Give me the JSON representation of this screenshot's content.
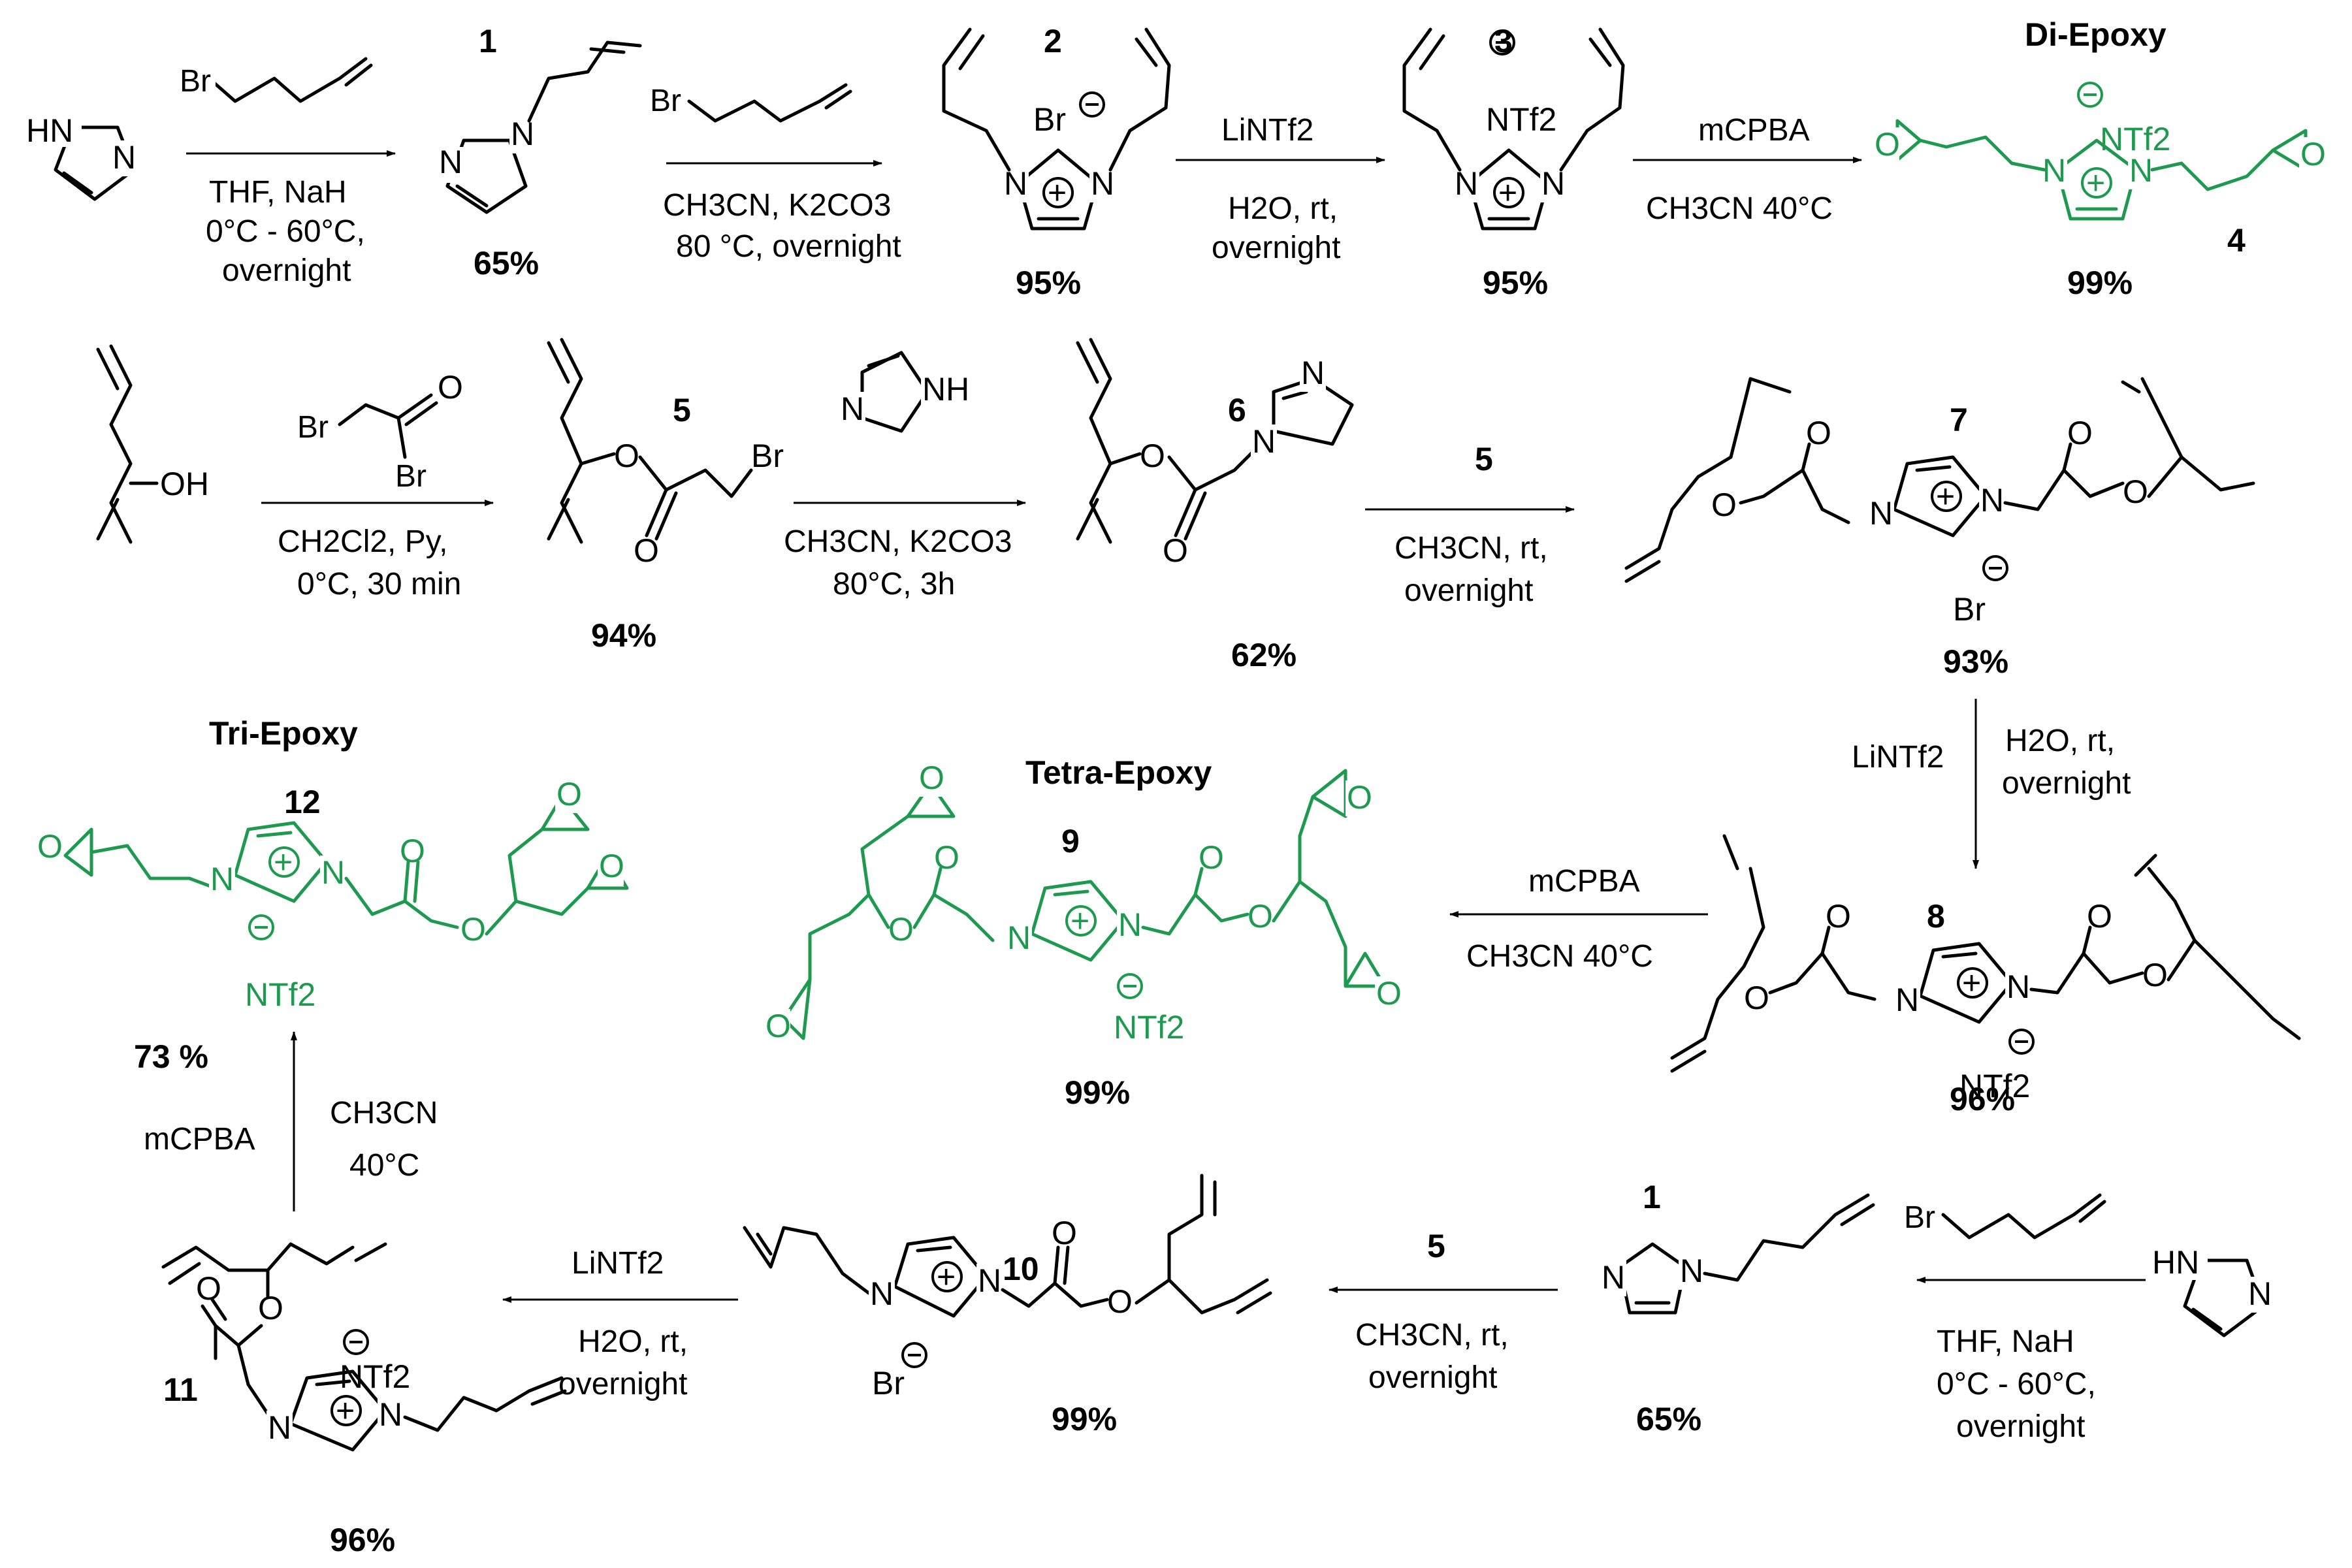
{
  "colors": {
    "product_green": "#1e9a4f",
    "ink": "#000000"
  },
  "row1": {
    "step1": {
      "reagent": "Br",
      "cond1": "THF, NaH",
      "cond2": "0°C - 60°C,",
      "cond3": "overnight"
    },
    "cmpd1": {
      "number": "1",
      "yield": "65%"
    },
    "step2": {
      "reagent": "Br",
      "cond1": "CH3CN, K2CO3",
      "cond2": "80 °C, overnight"
    },
    "cmpd2": {
      "number": "2",
      "yield": "95%",
      "anion": "Br"
    },
    "step3": {
      "reagent": "LiNTf2",
      "cond1": "H2O, rt,",
      "cond2": "overnight"
    },
    "cmpd3": {
      "number": "3",
      "yield": "95%",
      "anion": "NTf2"
    },
    "step4": {
      "reagent": "mCPBA",
      "cond1": "CH3CN 40°C"
    },
    "cmpd4": {
      "title": "Di-Epoxy",
      "number": "4",
      "yield": "99%",
      "anion": "NTf2"
    }
  },
  "row2": {
    "start": {
      "label": "OH"
    },
    "step1": {
      "reagent1": "Br",
      "reagent2": "Br",
      "cond1": "CH2Cl2, Py,",
      "cond2": "0°C, 30 min"
    },
    "cmpd5": {
      "number": "5",
      "yield": "94%"
    },
    "step2": {
      "cond1": "CH3CN, K2CO3",
      "cond2": "80°C, 3h"
    },
    "cmpd6": {
      "number": "6",
      "yield": "62%"
    },
    "step3": {
      "reagent": "5",
      "cond1": "CH3CN, rt,",
      "cond2": "overnight"
    },
    "cmpd7": {
      "number": "7",
      "yield": "93%",
      "anion": "Br"
    }
  },
  "row3": {
    "step_7_8": {
      "reagent": "LiNTf2",
      "cond1": "H2O, rt,",
      "cond2": "overnight"
    },
    "cmpd8": {
      "number": "8",
      "yield": "96%",
      "anion": "NTf2"
    },
    "step_8_9": {
      "reagent": "mCPBA",
      "cond1": "CH3CN 40°C"
    },
    "cmpd9": {
      "title": "Tetra-Epoxy",
      "number": "9",
      "yield": "99%",
      "anion": "NTf2"
    },
    "cmpd12": {
      "title": "Tri-Epoxy",
      "number": "12",
      "yield": "73 %",
      "anion": "NTf2"
    },
    "step_11_12": {
      "reagent": "mCPBA",
      "cond1": "CH3CN",
      "cond2": "40°C"
    }
  },
  "row4": {
    "step1": {
      "reagent": "Br",
      "cond1": "THF, NaH",
      "cond2": "0°C - 60°C,",
      "cond3": "overnight"
    },
    "cmpd1": {
      "number": "1",
      "yield": "65%"
    },
    "step2": {
      "reagent": "5",
      "cond1": "CH3CN, rt,",
      "cond2": "overnight"
    },
    "cmpd10": {
      "number": "10",
      "yield": "99%",
      "anion": "Br"
    },
    "step3": {
      "reagent": "LiNTf2",
      "cond1": "H2O, rt,",
      "cond2": "overnight"
    },
    "cmpd11": {
      "number": "11",
      "yield": "96%",
      "anion": "NTf2"
    }
  },
  "atoms": {
    "N": "N",
    "NH": "N",
    "H": "H",
    "O": "O",
    "HN": "HN"
  }
}
